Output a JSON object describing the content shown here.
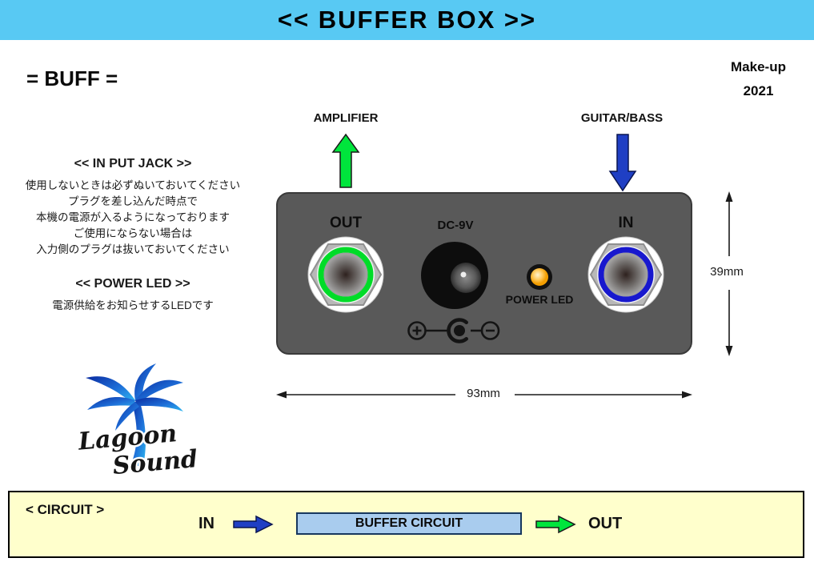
{
  "colors": {
    "banner_bg": "#58C9F3",
    "device_bg": "#595959",
    "arrow_green": "#00E53C",
    "arrow_blue": "#1F3FC4",
    "out_ring": "#00DC28",
    "in_ring": "#1818CE",
    "led_amber": "#F5A81E",
    "circuit_bg": "#FFFFCC",
    "buffer_box_bg": "#A9CCEE",
    "logo_blue": "#1C55D6"
  },
  "header": {
    "title": "<< BUFFER BOX >>"
  },
  "meta": {
    "model": "= BUFF =",
    "makeup_label": "Make-up",
    "makeup_year": "2021"
  },
  "notes": {
    "input_jack": {
      "title": "<< IN PUT JACK >>",
      "lines": [
        "使用しないときは必ずぬいておいてください",
        "プラグを差し込んだ時点で",
        "本機の電源が入るようになっております",
        "ご使用にならない場合は",
        "入力側のプラグは抜いておいてください"
      ]
    },
    "power_led": {
      "title": "<< POWER LED >>",
      "lines": [
        "電源供給をお知らせするLEDです"
      ]
    }
  },
  "diagram": {
    "amplifier_label": "AMPLIFIER",
    "guitar_bass_label": "GUITAR/BASS",
    "device": {
      "out_label": "OUT",
      "dc_label": "DC-9V",
      "power_led_label": "POWER LED",
      "in_label": "IN"
    },
    "dimensions": {
      "height_label": "39mm",
      "width_label": "93mm"
    }
  },
  "logo": {
    "word1": "Lagoon",
    "word2": "Sound"
  },
  "circuit": {
    "section_label": "< CIRCUIT >",
    "in_label": "IN",
    "box_label": "BUFFER CIRCUIT",
    "out_label": "OUT"
  }
}
